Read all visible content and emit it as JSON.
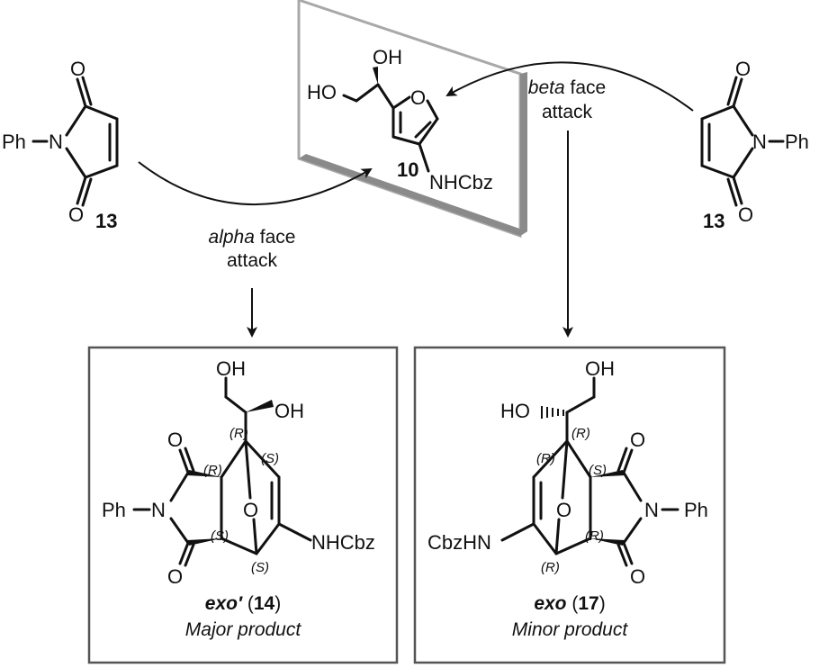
{
  "reagent_left": {
    "substituent": "Ph",
    "heteroatom": "N",
    "o_top": "O",
    "o_bottom": "O",
    "number": "13"
  },
  "reagent_right": {
    "substituent": "Ph",
    "heteroatom": "N",
    "o_top": "O",
    "o_bottom": "O",
    "number": "13"
  },
  "furan": {
    "oh_top": "OH",
    "ho_left": "HO",
    "ring_o": "O",
    "nhcbz": "NHCbz",
    "number": "10"
  },
  "arrows": {
    "alpha_italic": "alpha",
    "alpha_rest": " face",
    "alpha_line2": "attack",
    "beta_italic": "beta",
    "beta_rest": " face",
    "beta_line2": "attack"
  },
  "product_left": {
    "oh_top": "OH",
    "oh_side": "OH",
    "stereo_1": "(R)",
    "stereo_2": "(S)",
    "stereo_3": "(R)",
    "stereo_4": "(S)",
    "stereo_5": "(S)",
    "o_top": "O",
    "o_bottom": "O",
    "o_bridge": "O",
    "n": "N",
    "ph": "Ph",
    "nhcbz": "NHCbz",
    "name_bold": "exo′",
    "name_number": "14",
    "caption": "Major product"
  },
  "product_right": {
    "oh_top": "OH",
    "ho_side": "HO",
    "stereo_1": "(R)",
    "stereo_2": "(R)",
    "stereo_3": "(S)",
    "stereo_4": "(R)",
    "stereo_5": "(R)",
    "o_top": "O",
    "o_bottom": "O",
    "o_bridge": "O",
    "n": "N",
    "ph": "Ph",
    "cbzhn": "CbzHN",
    "name_bold": "exo",
    "name_number": "17",
    "caption": "Minor product"
  }
}
